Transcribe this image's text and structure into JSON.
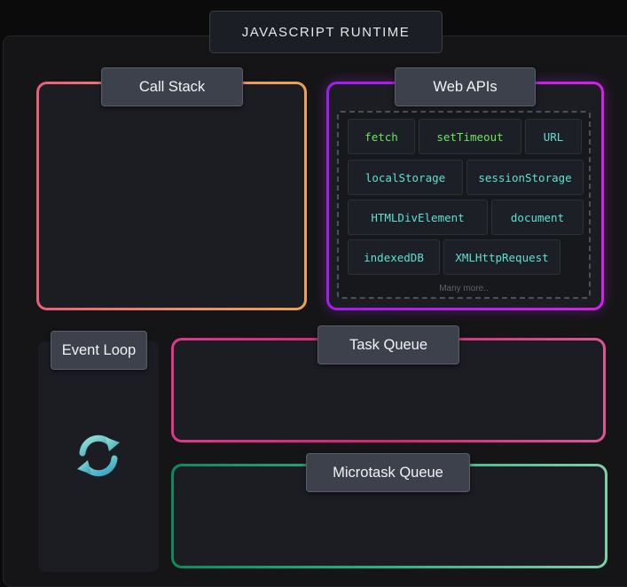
{
  "title": "JAVASCRIPT RUNTIME",
  "call_stack": {
    "label": "Call Stack"
  },
  "web_apis": {
    "label": "Web APIs",
    "items": [
      "fetch",
      "setTimeout",
      "URL",
      "localStorage",
      "sessionStorage",
      "HTMLDivElement",
      "document",
      "indexedDB",
      "XMLHttpRequest"
    ],
    "more_text": "Many more.."
  },
  "event_loop": {
    "label": "Event Loop",
    "icon": "refresh-icon"
  },
  "task_queue": {
    "label": "Task Queue"
  },
  "microtask_queue": {
    "label": "Microtask Queue"
  },
  "colors": {
    "call_stack_border": [
      "#e8607a",
      "#e9a352"
    ],
    "web_apis_border": [
      "#a11ef0",
      "#d223e6"
    ],
    "task_queue_border": "#e0368d",
    "microtask_queue_border": [
      "#0e8a5d",
      "#7dd0a8"
    ],
    "api_green": "#6ee45f",
    "api_teal": "#5fe0d2",
    "loop_icon": [
      "#8fdcca",
      "#3aa6c3"
    ]
  }
}
